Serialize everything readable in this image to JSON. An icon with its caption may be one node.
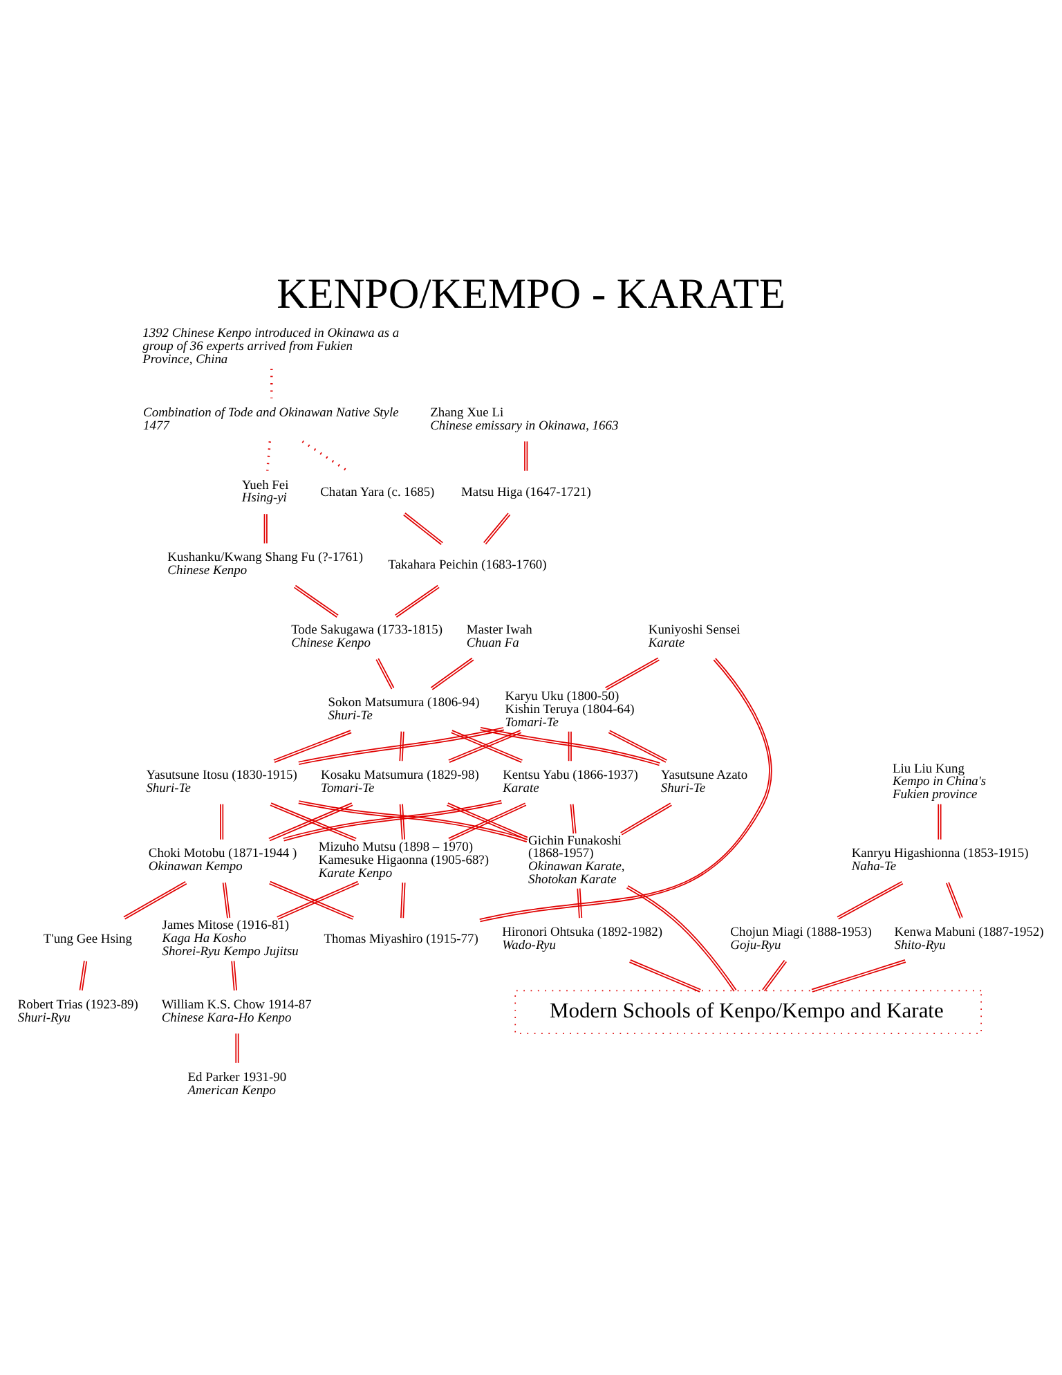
{
  "diagram": {
    "title": "KENPO/KEMPO - KARATE",
    "nodes": [
      {
        "text": [
          "1392 Chinese Kenpo introduced in Okinawa as a group of 36 experts arrived from Fukien Province, China"
        ]
      },
      {
        "text": [
          "Combination of Tode and Okinawan Native Style 1477"
        ]
      },
      {
        "text": [
          "Yueh Fei",
          "Hsing-yi"
        ]
      },
      {
        "text": [
          "Chatan Yara (c. 1685)"
        ]
      },
      {
        "text": [
          "Zhang Xue Li",
          "Chinese emissary in Okinawa, 1663"
        ]
      },
      {
        "text": [
          "Matsu Higa (1647-1721)"
        ]
      },
      {
        "text": [
          "Kushanku/Kwang Shang Fu (?-1761)",
          "Chinese Kenpo"
        ]
      },
      {
        "text": [
          "Takahara Peichin (1683-1760)"
        ]
      },
      {
        "text": [
          "Kuniyoshi Sensei",
          "Karate"
        ]
      },
      {
        "text": [
          "Tode Sakugawa (1733-1815)",
          "Chinese Kenpo"
        ]
      },
      {
        "text": [
          "Master Iwah",
          "Chuan Fa"
        ]
      },
      {
        "text": [
          "Liu Liu Kung",
          "Kempo in China's Fukien province"
        ]
      },
      {
        "text": [
          "Karyu Uku (1800-50)",
          "Kishin Teruya (1804-64)",
          "Tomari-Te"
        ]
      },
      {
        "text": [
          "Sokon Matsumura (1806-94)",
          "Shuri-Te"
        ]
      },
      {
        "text": [
          "Kosaku Matsumura (1829-98)",
          "Tomari-Te"
        ]
      },
      {
        "text": [
          "Kentsu Yabu (1866-1937)",
          "Karate"
        ]
      },
      {
        "text": [
          "Yasutsune Itosu (1830-1915)",
          "Shuri-Te"
        ]
      },
      {
        "text": [
          "Yasutsune Azato",
          "Shuri-Te"
        ]
      },
      {
        "text": [
          "Kanryu Higashionna (1853-1915)",
          "Naha-Te"
        ]
      },
      {
        "text": [
          "Choki Motobu (1871-1944 )",
          "Okinawan Kempo"
        ]
      },
      {
        "text": [
          "Mizuho Mutsu (1898 – 1970)",
          "Kamesuke Higaonna (1905-68?)",
          "Karate Kenpo"
        ]
      },
      {
        "text": [
          "Gichin Funakoshi (1868-1957)",
          "Okinawan Karate, Shotokan Karate"
        ]
      },
      {
        "text": [
          "Chojun Miagi (1888-1953)",
          "Goju-Ryu"
        ]
      },
      {
        "text": [
          "Kenwa Mabuni (1887-1952)",
          "Shito-Ryu"
        ]
      },
      {
        "text": [
          "Thomas Miyashiro (1915-77)"
        ]
      },
      {
        "text": [
          "Hironori Ohtsuka (1892-1982)",
          "Wado-Ryu"
        ]
      },
      {
        "text": [
          "James Mitose (1916-81)",
          "Kaga Ha Kosho",
          "Shorei-Ryu Kempo Jujitsu"
        ]
      },
      {
        "text": [
          "T'ung Gee Hsing"
        ]
      },
      {
        "text": [
          "William K.S. Chow 1914-87",
          "Chinese Kara-Ho Kenpo"
        ]
      },
      {
        "text": [
          "Robert Trias (1923-89)",
          "Shuri-Ryu"
        ]
      },
      {
        "text": [
          "Ed Parker 1931-90",
          "American Kenpo"
        ]
      },
      {
        "text": [
          "Modern Schools of Kenpo/Kempo and Karate"
        ]
      }
    ],
    "edges": [
      {
        "from": 0,
        "to": 1,
        "arrow": "none",
        "style": "dashed"
      },
      {
        "from": 1,
        "to": 2,
        "arrow": "none",
        "style": "dashed"
      },
      {
        "from": 1,
        "to": 3,
        "arrow": "none",
        "style": "dashed"
      },
      {
        "from": 4,
        "to": 5,
        "arrow": "none"
      },
      {
        "from": 2,
        "to": 6,
        "arrow": "none"
      },
      {
        "from": 3,
        "to": 7,
        "arrow": "none"
      },
      {
        "from": 5,
        "to": 7,
        "arrow": "none"
      },
      {
        "from": 6,
        "to": 9,
        "arrow": "none"
      },
      {
        "from": 7,
        "to": 9,
        "arrow": "none"
      },
      {
        "from": 8,
        "to": 12,
        "arrow": "none"
      },
      {
        "from": 9,
        "to": 13,
        "arrow": "none"
      },
      {
        "from": 10,
        "to": 13,
        "arrow": "none"
      },
      {
        "from": 11,
        "to": 18,
        "arrow": "none"
      },
      {
        "from": 12,
        "to": 14,
        "arrow": "none"
      },
      {
        "from": 12,
        "to": 15,
        "arrow": "none"
      },
      {
        "from": 12,
        "to": 16,
        "arrow": "none"
      },
      {
        "from": 12,
        "to": 17,
        "arrow": "none"
      },
      {
        "from": 13,
        "to": 14,
        "arrow": "none"
      },
      {
        "from": 13,
        "to": 15,
        "arrow": "none"
      },
      {
        "from": 13,
        "to": 16,
        "arrow": "none"
      },
      {
        "from": 13,
        "to": 17,
        "arrow": "none"
      },
      {
        "from": 14,
        "to": 19,
        "arrow": "none"
      },
      {
        "from": 15,
        "to": 19,
        "arrow": "none"
      },
      {
        "from": 16,
        "to": 19,
        "arrow": "none"
      },
      {
        "from": 14,
        "to": 20,
        "arrow": "none"
      },
      {
        "from": 15,
        "to": 20,
        "arrow": "none"
      },
      {
        "from": 16,
        "to": 20,
        "arrow": "none"
      },
      {
        "from": 14,
        "to": 21,
        "arrow": "none"
      },
      {
        "from": 15,
        "to": 21,
        "arrow": "none"
      },
      {
        "from": 16,
        "to": 21,
        "arrow": "none"
      },
      {
        "from": 17,
        "to": 21,
        "arrow": "none"
      },
      {
        "from": 18,
        "to": 22,
        "arrow": "none"
      },
      {
        "from": 18,
        "to": 23,
        "arrow": "none"
      },
      {
        "from": 8,
        "to": 24,
        "arrow": "none"
      },
      {
        "from": 19,
        "to": 24,
        "arrow": "none"
      },
      {
        "from": 20,
        "to": 24,
        "arrow": "none"
      },
      {
        "from": 19,
        "to": 26,
        "arrow": "none"
      },
      {
        "from": 20,
        "to": 26,
        "arrow": "none"
      },
      {
        "from": 19,
        "to": 27,
        "arrow": "none"
      },
      {
        "from": 21,
        "to": 25,
        "arrow": "none"
      },
      {
        "from": 27,
        "to": 29,
        "arrow": "none"
      },
      {
        "from": 26,
        "to": 28,
        "arrow": "none"
      },
      {
        "from": 28,
        "to": 30,
        "arrow": "none"
      },
      {
        "from": 21,
        "to": 31,
        "arrow": "none"
      },
      {
        "from": 25,
        "to": 31,
        "arrow": "none"
      },
      {
        "from": 22,
        "to": 31,
        "arrow": "none"
      },
      {
        "from": 23,
        "to": 31,
        "arrow": "none"
      }
    ]
  }
}
